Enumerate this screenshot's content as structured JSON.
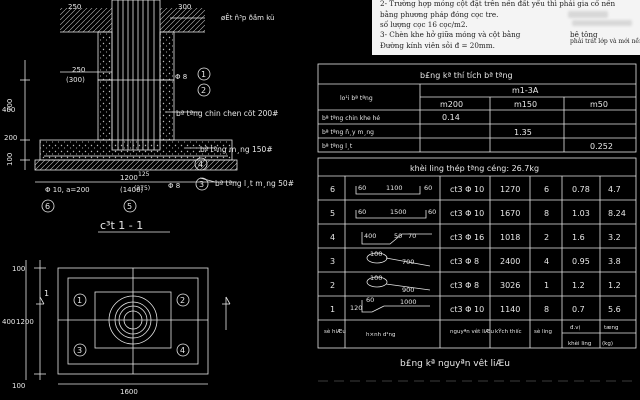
{
  "notes": [
    "2- Trường hợp móng cột đặt trên nền đất yếu thì phải gia cố nền",
    "bằng phương pháp đóng cọc tre.",
    "số lượng cọc 16 cọc/m2.",
    "3- Chèn khe hở giữa móng và cột bằng",
    "Đường kính viên sỏi đ = 20mm.",
    "bê tông",
    "phải trát lớp và mới nền"
  ],
  "section": {
    "dims_top": [
      "250",
      "300"
    ],
    "top_note": "øÊt ñ³p ðầm kü",
    "dim_250": "250",
    "dim_300_paren": "(300)",
    "dim_700": "700",
    "dim_400_left": "400",
    "dim_100": "100",
    "dim_200": "200",
    "dim_1200": "1200",
    "dim_1400_paren": "(1400)",
    "phi_label": "Φ 10, a=200",
    "phi8_1": "Φ 8",
    "phi8_2": "Φ 8",
    "dim_125": "125",
    "dim_275": "(275)",
    "callouts": [
      "bª tªng chin chen cöt 200#",
      "bª tªng m¸ng 150#",
      "bª tªng l¸t m¸ng 50#"
    ],
    "bubbles": [
      "1",
      "2",
      "3",
      "4",
      "5",
      "6"
    ],
    "title": "c³t 1 - 1"
  },
  "plan": {
    "dim_1600": "1600",
    "dim_400": "400",
    "dim_1200": "1200",
    "dim_100_top": "100",
    "dim_100_bot": "100",
    "section_mark": "1",
    "bubbles": [
      "1",
      "2",
      "3",
      "4"
    ]
  },
  "concrete_table": {
    "title": "b£ng kª thí tích bª tªng",
    "header_col1": "lo¹i bª tªng",
    "header_group": "m1-3A",
    "grades": [
      "m200",
      "m150",
      "m50"
    ],
    "rows": [
      {
        "label": "bª tªng chin khe hé",
        "values": [
          "0.14",
          "",
          ""
        ]
      },
      {
        "label": "bª tªng ñ¸y m¸ng",
        "values": [
          "",
          "1.35",
          ""
        ]
      },
      {
        "label": "bª tªng l¸t",
        "values": [
          "",
          "",
          "0.252"
        ]
      }
    ]
  },
  "steel_table": {
    "total": "khèi l­i­ng thép tªng céng: 26.7kg",
    "rows": [
      {
        "no": "6",
        "shape": [
          "60",
          "1100",
          "60"
        ],
        "type": "ct3 Φ 10",
        "length": "1270",
        "count": "6",
        "unit_w": "0.78",
        "total_w": "4.7"
      },
      {
        "no": "5",
        "shape": [
          "60",
          "1500",
          "60"
        ],
        "type": "ct3 Φ 10",
        "length": "1670",
        "count": "8",
        "unit_w": "1.03",
        "total_w": "8.24"
      },
      {
        "no": "4",
        "shape": [
          "400",
          "50",
          "70"
        ],
        "type": "ct3 Φ 16",
        "length": "1018",
        "count": "2",
        "unit_w": "1.6",
        "total_w": "3.2"
      },
      {
        "no": "3",
        "shape": [
          "100",
          "700"
        ],
        "type": "ct3 Φ 8",
        "length": "2400",
        "count": "4",
        "unit_w": "0.95",
        "total_w": "3.8"
      },
      {
        "no": "2",
        "shape": [
          "100",
          "900"
        ],
        "type": "ct3 Φ 8",
        "length": "3026",
        "count": "1",
        "unit_w": "1.2",
        "total_w": "1.2"
      },
      {
        "no": "1",
        "shape": [
          "120",
          "60",
          "1000"
        ],
        "type": "ct3 Φ 10",
        "length": "1140",
        "count": "8",
        "unit_w": "0.7",
        "total_w": "5.6"
      }
    ],
    "footer": [
      "sè hiÆu",
      "h×nh d¹ng",
      "nguyªn vêt liÆu",
      "kÝch th­iíc",
      "sè l­i­ng",
      "đ.vị",
      "tæng",
      "khèi l­i­ng",
      "(kg)"
    ],
    "caption": "b£ng kª nguyªn vêt liÆu"
  }
}
